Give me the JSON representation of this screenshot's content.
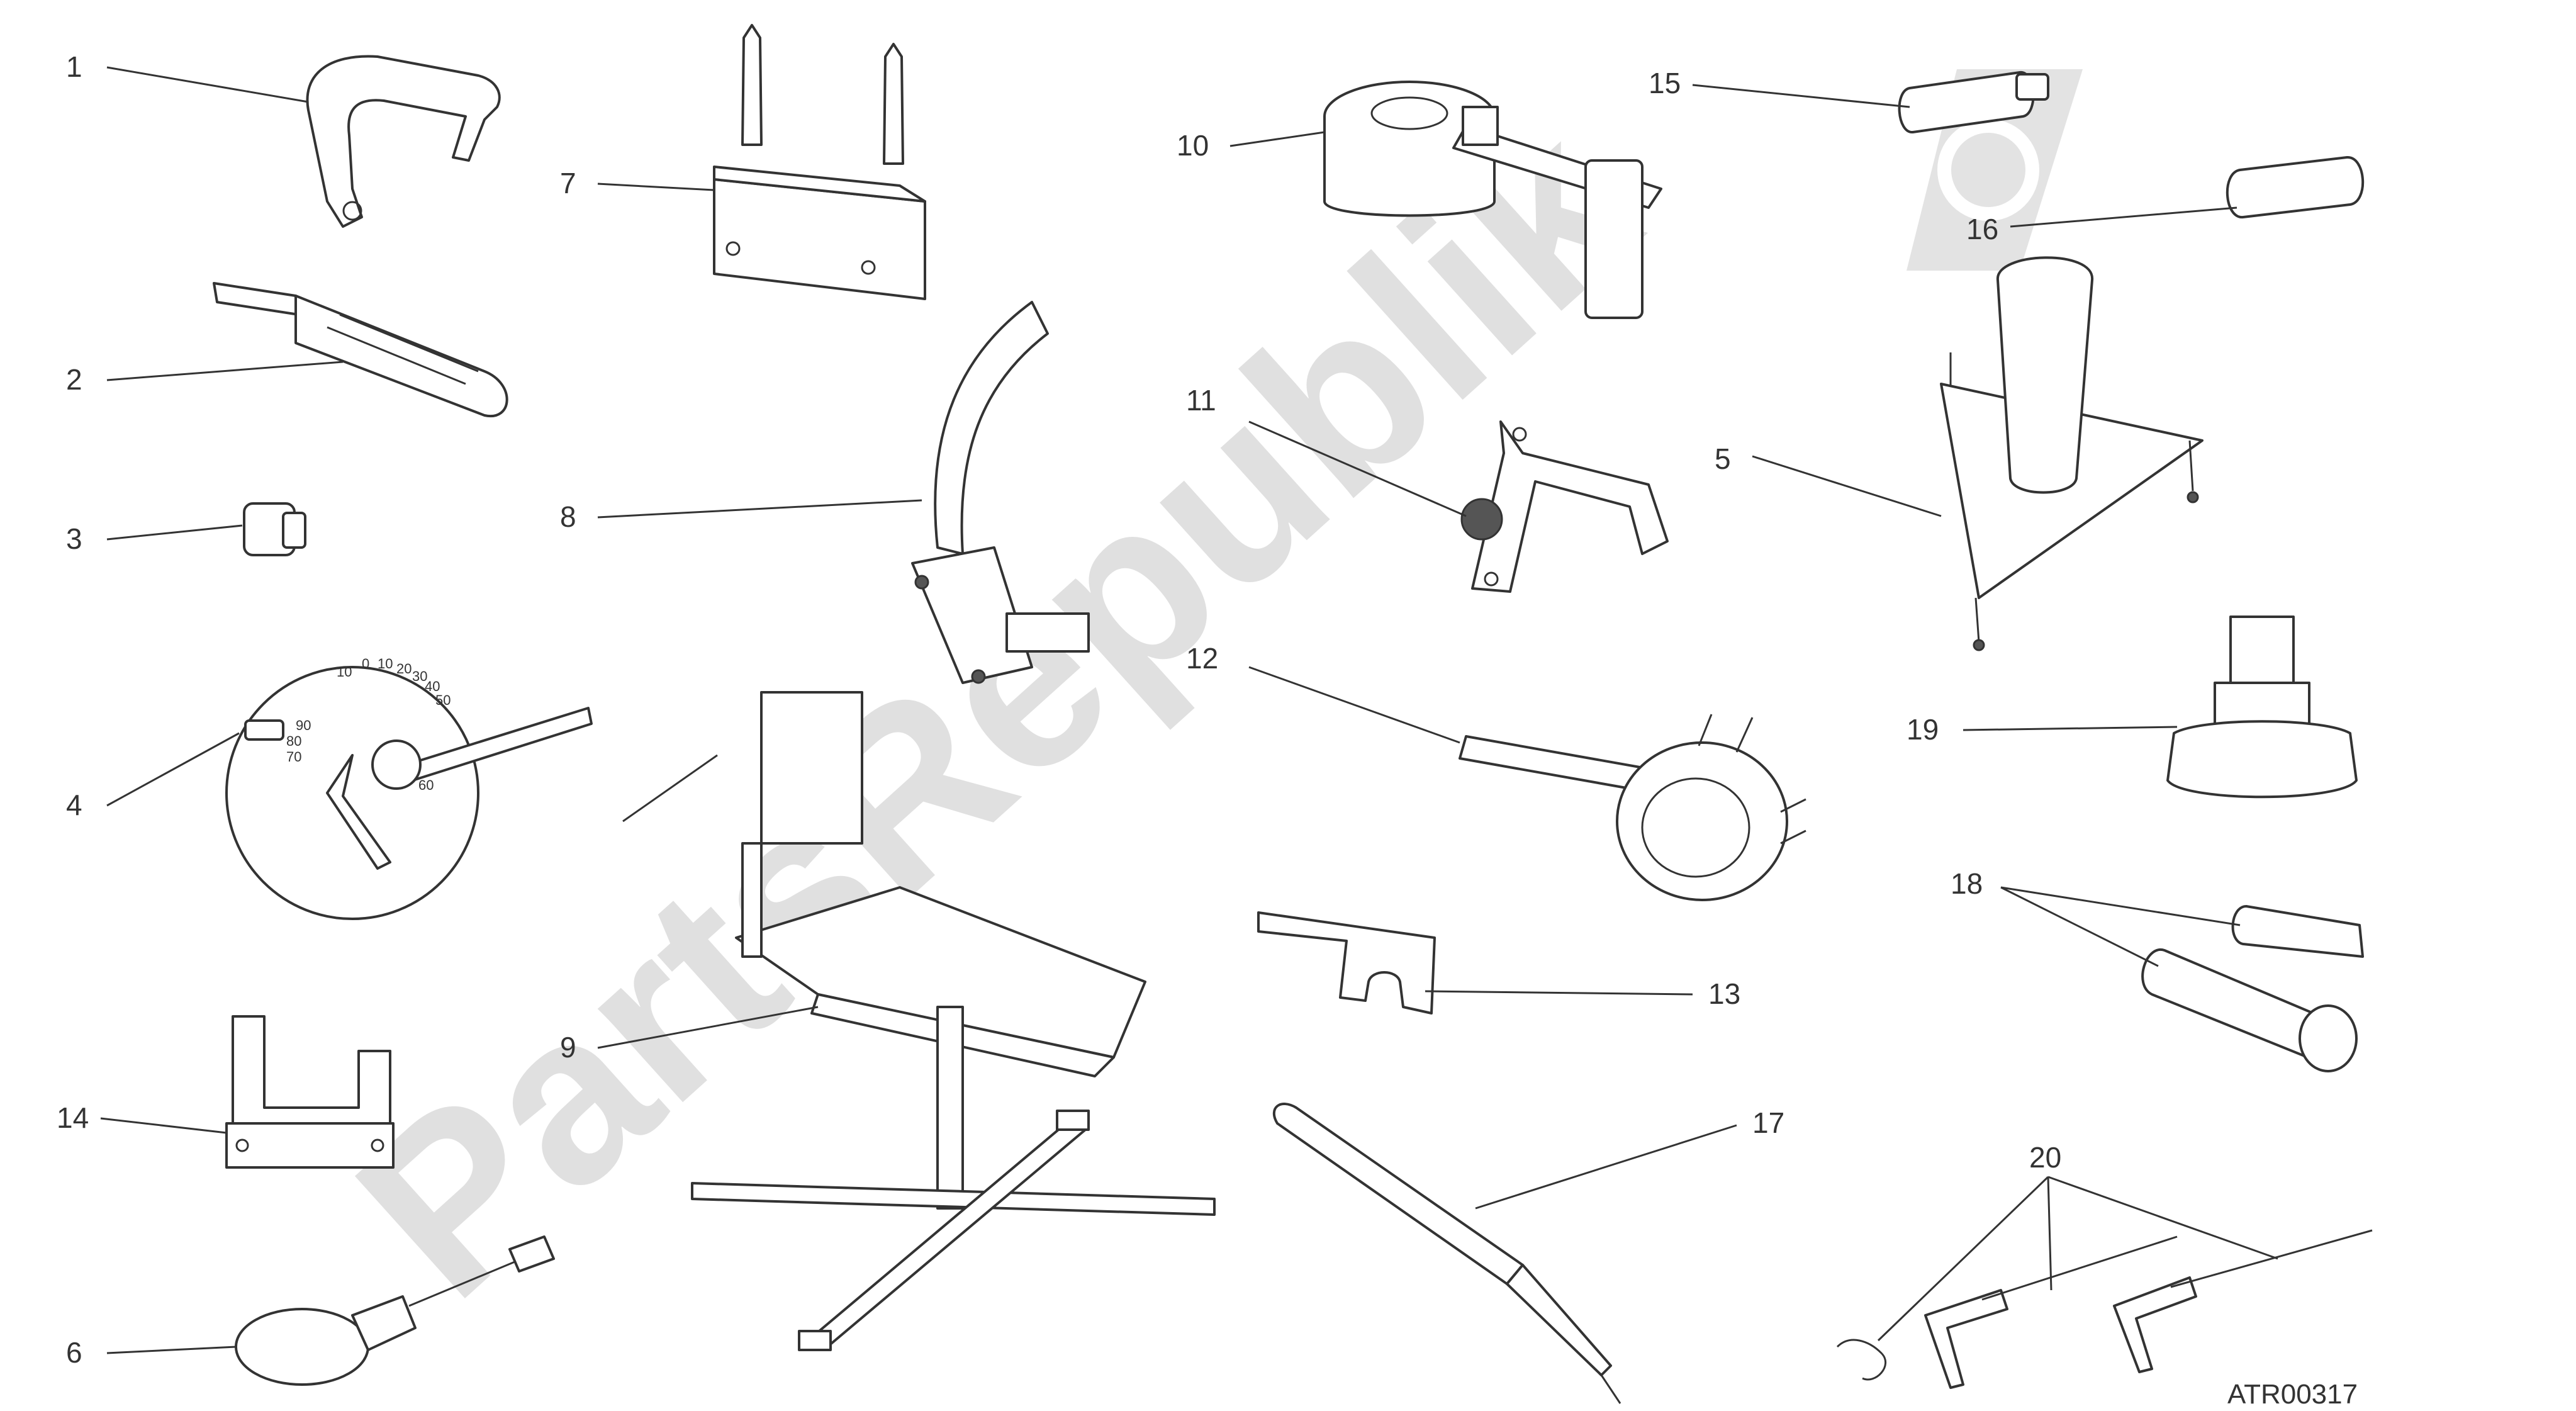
{
  "watermark": "PartsRepublik",
  "drawing_code": "ATR00317",
  "callouts": [
    {
      "id": "1",
      "text": "1"
    },
    {
      "id": "2",
      "text": "2"
    },
    {
      "id": "3",
      "text": "3"
    },
    {
      "id": "4",
      "text": "4"
    },
    {
      "id": "5",
      "text": "5"
    },
    {
      "id": "6",
      "text": "6"
    },
    {
      "id": "7",
      "text": "7"
    },
    {
      "id": "8",
      "text": "8"
    },
    {
      "id": "9",
      "text": "9"
    },
    {
      "id": "10",
      "text": "10"
    },
    {
      "id": "11",
      "text": "11"
    },
    {
      "id": "12",
      "text": "12"
    },
    {
      "id": "13",
      "text": "13"
    },
    {
      "id": "14",
      "text": "14"
    },
    {
      "id": "15",
      "text": "15"
    },
    {
      "id": "16",
      "text": "16"
    },
    {
      "id": "17",
      "text": "17"
    },
    {
      "id": "18",
      "text": "18"
    },
    {
      "id": "19",
      "text": "19"
    },
    {
      "id": "20",
      "text": "20"
    }
  ],
  "dial_scale": [
    "10",
    "0",
    "10",
    "20",
    "30",
    "40",
    "50",
    "60",
    "70",
    "80",
    "90"
  ]
}
